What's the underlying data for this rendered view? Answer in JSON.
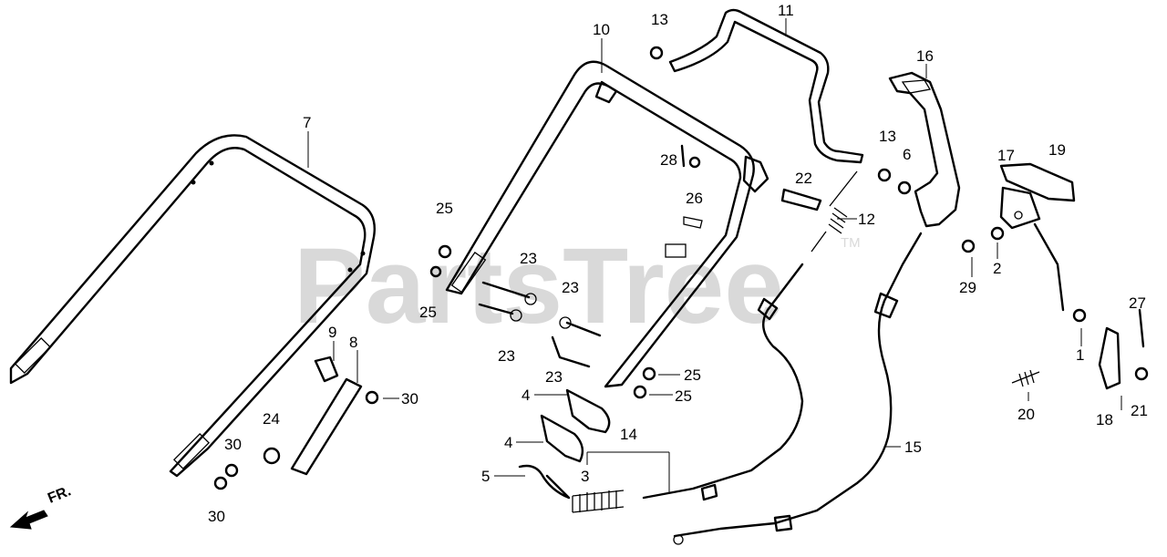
{
  "watermark": {
    "text": "PartsTree",
    "trademark": "TM"
  },
  "direction_label": "FR.",
  "callouts": [
    "1",
    "2",
    "3",
    "4",
    "4",
    "5",
    "6",
    "7",
    "8",
    "9",
    "10",
    "11",
    "12",
    "13",
    "13",
    "14",
    "15",
    "16",
    "17",
    "18",
    "19",
    "20",
    "21",
    "22",
    "23",
    "23",
    "23",
    "23",
    "24",
    "25",
    "25",
    "25",
    "25",
    "26",
    "27",
    "28",
    "29",
    "30",
    "30",
    "30"
  ]
}
